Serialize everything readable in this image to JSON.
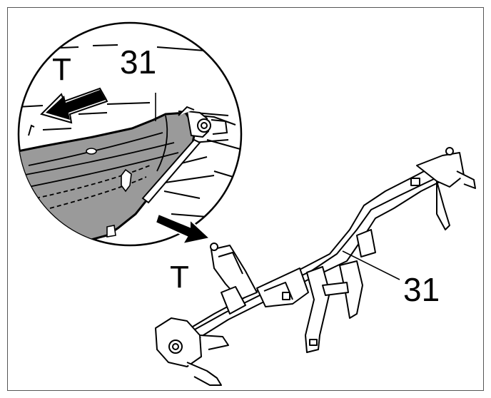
{
  "diagram": {
    "labels": {
      "t_top": "T",
      "part_top": "31",
      "t_bottom": "T",
      "part_bottom": "31"
    },
    "colors": {
      "panel_fill": "#9a9a9a",
      "line": "#000000",
      "background": "#ffffff"
    }
  }
}
